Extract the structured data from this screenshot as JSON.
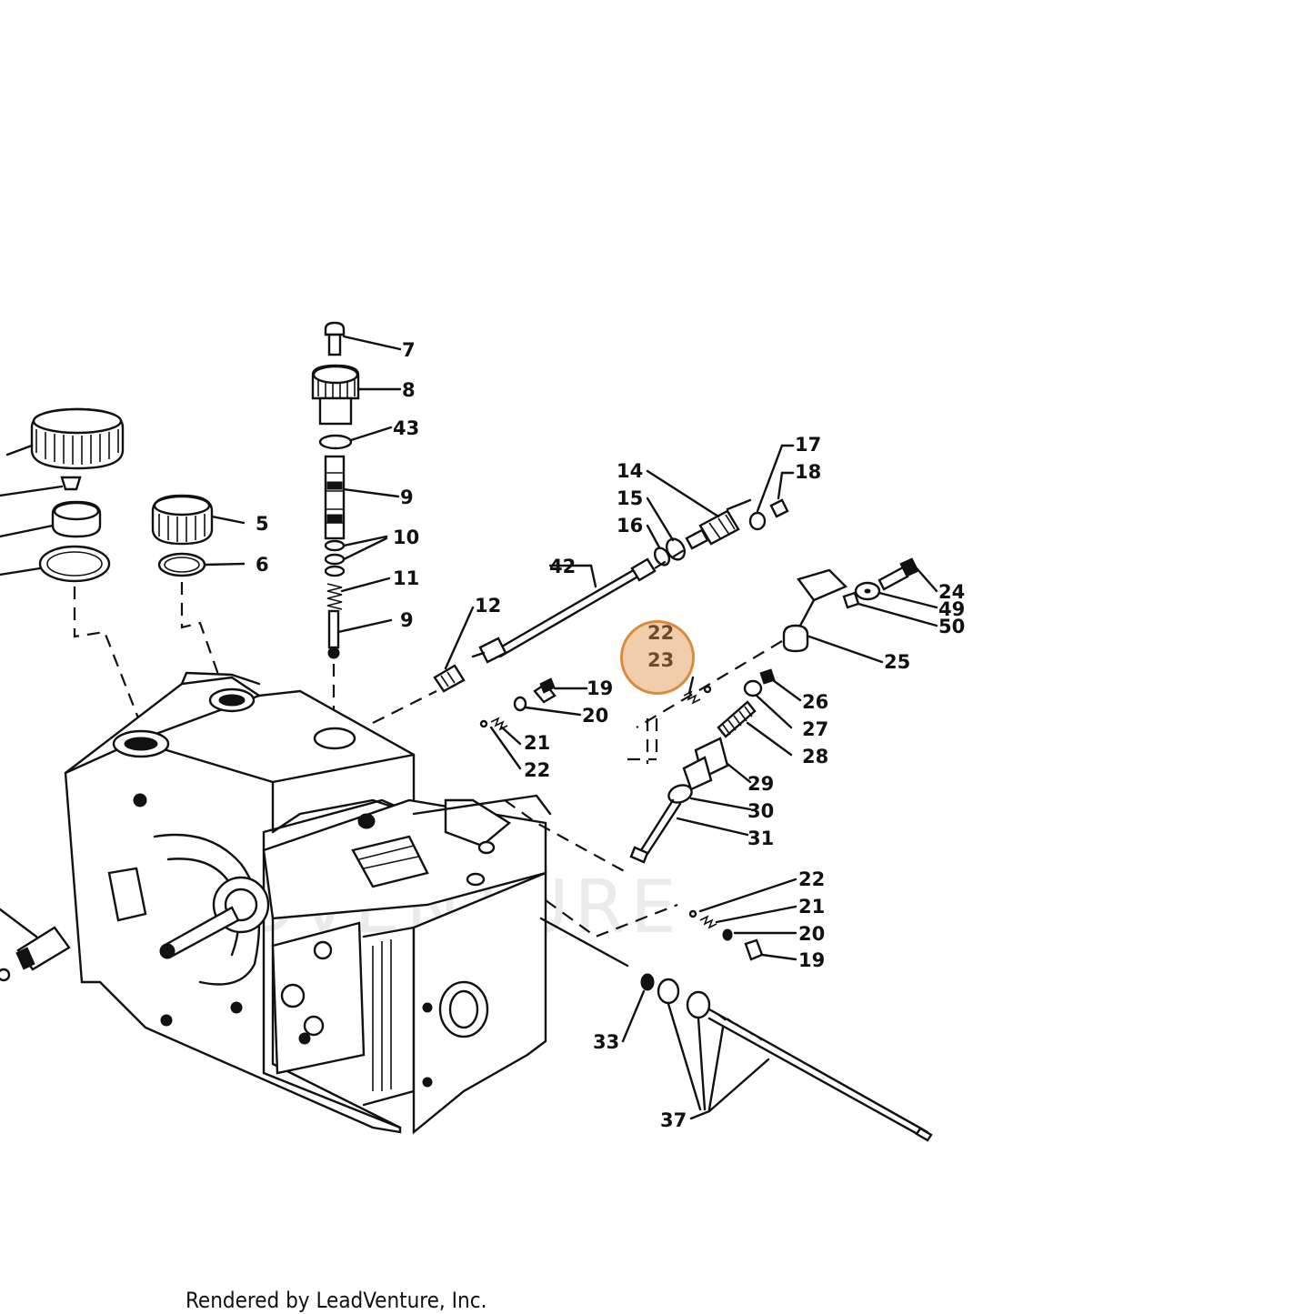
{
  "diagram": {
    "callouts": [
      {
        "id": "c7",
        "text": "7"
      },
      {
        "id": "c8",
        "text": "8"
      },
      {
        "id": "c43",
        "text": "43"
      },
      {
        "id": "c9a",
        "text": "9"
      },
      {
        "id": "c10",
        "text": "10"
      },
      {
        "id": "c11",
        "text": "11"
      },
      {
        "id": "c9b",
        "text": "9"
      },
      {
        "id": "c5",
        "text": "5"
      },
      {
        "id": "c6",
        "text": "6"
      },
      {
        "id": "c12",
        "text": "12"
      },
      {
        "id": "c42",
        "text": "42"
      },
      {
        "id": "c14",
        "text": "14"
      },
      {
        "id": "c15",
        "text": "15"
      },
      {
        "id": "c16",
        "text": "16"
      },
      {
        "id": "c17",
        "text": "17"
      },
      {
        "id": "c18",
        "text": "18"
      },
      {
        "id": "c24",
        "text": "24"
      },
      {
        "id": "c49",
        "text": "49"
      },
      {
        "id": "c50",
        "text": "50"
      },
      {
        "id": "c25",
        "text": "25"
      },
      {
        "id": "c22a",
        "text": "22"
      },
      {
        "id": "c23",
        "text": "23"
      },
      {
        "id": "c19a",
        "text": "19"
      },
      {
        "id": "c20a",
        "text": "20"
      },
      {
        "id": "c21a",
        "text": "21"
      },
      {
        "id": "c22b",
        "text": "22"
      },
      {
        "id": "c26",
        "text": "26"
      },
      {
        "id": "c27",
        "text": "27"
      },
      {
        "id": "c28",
        "text": "28"
      },
      {
        "id": "c29",
        "text": "29"
      },
      {
        "id": "c30",
        "text": "30"
      },
      {
        "id": "c31",
        "text": "31"
      },
      {
        "id": "c22c",
        "text": "22"
      },
      {
        "id": "c21b",
        "text": "21"
      },
      {
        "id": "c20b",
        "text": "20"
      },
      {
        "id": "c19b",
        "text": "19"
      },
      {
        "id": "c33",
        "text": "33"
      },
      {
        "id": "c37",
        "text": "37"
      }
    ],
    "highlighted_callouts": [
      "22",
      "23"
    ],
    "highlight_color": "#e29148",
    "watermark": "LEADVENTURE"
  },
  "footer": {
    "credit": "Rendered by LeadVenture, Inc."
  }
}
